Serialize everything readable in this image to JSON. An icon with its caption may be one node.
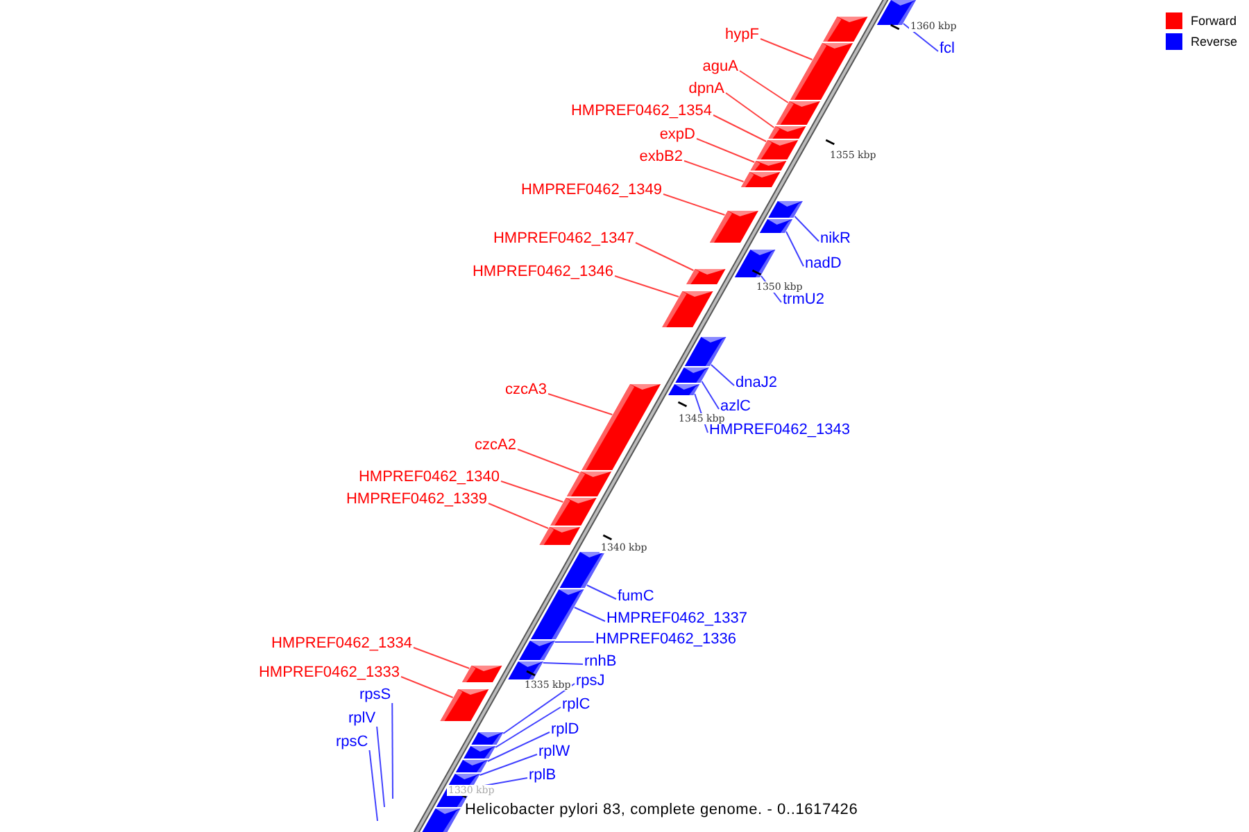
{
  "diagram": {
    "caption": "Helicobacter pylori 83, complete genome. - 0..1617426",
    "nodes": [
      {
        "text": [],
        "shape": "bar"
      },
      {
        "text": [
          "fcl"
        ]
      },
      {
        "text": [],
        "shape": "bar"
      },
      {
        "text": [
          "hypF"
        ]
      },
      {
        "text": [],
        "shape": "bar"
      },
      {
        "text": [
          "aguA"
        ]
      },
      {
        "text": [],
        "shape": "bar"
      },
      {
        "text": [
          "dpnA"
        ]
      },
      {
        "text": [],
        "shape": "bar"
      },
      {
        "text": [
          "HMPREF0462_1354"
        ]
      },
      {
        "text": [],
        "shape": "bar"
      },
      {
        "text": [
          "expD"
        ]
      },
      {
        "text": [],
        "shape": "bar"
      },
      {
        "text": [
          "exbB2"
        ]
      },
      {
        "text": [],
        "shape": "bar"
      },
      {
        "text": [
          "HMPREF0462_1349"
        ]
      },
      {
        "text": [],
        "shape": "bar"
      },
      {
        "text": [
          "nikR"
        ]
      },
      {
        "text": [],
        "shape": "bar"
      },
      {
        "text": [
          "nadD"
        ]
      },
      {
        "text": [],
        "shape": "bar"
      },
      {
        "text": [
          "HMPREF0462_1347"
        ]
      },
      {
        "text": [],
        "shape": "bar"
      },
      {
        "text": [
          "HMPREF0462_1346"
        ]
      },
      {
        "text": [],
        "shape": "bar"
      },
      {
        "text": [
          "trmU2"
        ]
      },
      {
        "text": [],
        "shape": "bar"
      },
      {
        "text": [
          "dnaJ2"
        ]
      },
      {
        "text": [],
        "shape": "bar"
      },
      {
        "text": [
          "azlC"
        ]
      },
      {
        "text": [],
        "shape": "bar"
      },
      {
        "text": [
          "HMPREF0462_1343"
        ]
      },
      {
        "text": [],
        "shape": "bar"
      },
      {
        "text": [
          "czcA3"
        ]
      },
      {
        "text": [],
        "shape": "bar"
      },
      {
        "text": [
          "czcA2"
        ]
      },
      {
        "text": [],
        "shape": "bar"
      },
      {
        "text": [
          "HMPREF0462_1340"
        ]
      },
      {
        "text": [],
        "shape": "bar"
      },
      {
        "text": [
          "HMPREF0462_1339"
        ]
      },
      {
        "text": [],
        "shape": "bar"
      },
      {
        "text": [
          "fumC"
        ]
      },
      {
        "text": [],
        "shape": "bar"
      },
      {
        "text": [
          "HMPREF0462_1337"
        ]
      },
      {
        "text": [],
        "shape": "bar"
      },
      {
        "text": [
          "HMPREF0462_1336"
        ]
      },
      {
        "text": [],
        "shape": "bar"
      },
      {
        "text": [
          "HMPREF0462_1334"
        ]
      },
      {
        "text": [],
        "shape": "bar"
      },
      {
        "text": [
          "rnhB"
        ]
      },
      {
        "text": [],
        "shape": "bar"
      },
      {
        "text": [
          "HMPREF0462_1333"
        ]
      },
      {
        "text": [],
        "shape": "bar"
      },
      {
        "text": [
          "rpsS"
        ]
      },
      {
        "text": [
          "rpsJ"
        ]
      },
      {
        "text": [],
        "shape": "bar"
      },
      {
        "text": [
          "rplV"
        ]
      },
      {
        "text": [
          "rplC"
        ]
      },
      {
        "text": [],
        "shape": "bar"
      },
      {
        "text": [
          "rpsC"
        ]
      },
      {
        "text": [
          "rplD"
        ]
      },
      {
        "text": [],
        "shape": "bar"
      },
      {
        "text": [
          "rplW"
        ]
      },
      {
        "text": [],
        "shape": "bar"
      },
      {
        "text": [
          "rplB"
        ]
      },
      {
        "text": [],
        "shape": "bar"
      },
      {
        "text": [],
        "shape": "bar"
      }
    ],
    "edges": [
      {
        "from": 1,
        "to": 2,
        "arrow": "none",
        "color": "#4040ff"
      },
      {
        "from": 3,
        "to": 4,
        "arrow": "none",
        "color": "#ff4040"
      },
      {
        "from": 5,
        "to": 6,
        "arrow": "none",
        "color": "#ff4040"
      },
      {
        "from": 7,
        "to": 8,
        "arrow": "none",
        "color": "#ff4040"
      },
      {
        "from": 9,
        "to": 10,
        "arrow": "none",
        "color": "#ff4040"
      },
      {
        "from": 11,
        "to": 12,
        "arrow": "none",
        "color": "#ff4040"
      },
      {
        "from": 13,
        "to": 14,
        "arrow": "none",
        "color": "#ff4040"
      },
      {
        "from": 15,
        "to": 16,
        "arrow": "none",
        "color": "#ff4040"
      },
      {
        "from": 17,
        "to": 18,
        "arrow": "none",
        "color": "#4040ff"
      },
      {
        "from": 19,
        "to": 20,
        "arrow": "none",
        "color": "#4040ff"
      },
      {
        "from": 21,
        "to": 22,
        "arrow": "none",
        "color": "#ff4040"
      },
      {
        "from": 23,
        "to": 24,
        "arrow": "none",
        "color": "#ff4040"
      },
      {
        "from": 25,
        "to": 26,
        "arrow": "none",
        "color": "#4040ff"
      },
      {
        "from": 27,
        "to": 28,
        "arrow": "none",
        "color": "#4040ff"
      },
      {
        "from": 29,
        "to": 30,
        "arrow": "none",
        "color": "#4040ff"
      },
      {
        "from": 31,
        "to": 32,
        "arrow": "none",
        "color": "#4040ff"
      },
      {
        "from": 33,
        "to": 34,
        "arrow": "none",
        "color": "#ff4040"
      },
      {
        "from": 35,
        "to": 36,
        "arrow": "none",
        "color": "#ff4040"
      },
      {
        "from": 37,
        "to": 38,
        "arrow": "none",
        "color": "#ff4040"
      },
      {
        "from": 39,
        "to": 40,
        "arrow": "none",
        "color": "#ff4040"
      },
      {
        "from": 41,
        "to": 42,
        "arrow": "none",
        "color": "#4040ff"
      },
      {
        "from": 43,
        "to": 44,
        "arrow": "none",
        "color": "#4040ff"
      },
      {
        "from": 45,
        "to": 46,
        "arrow": "none",
        "color": "#4040ff"
      },
      {
        "from": 47,
        "to": 48,
        "arrow": "none",
        "color": "#ff4040"
      },
      {
        "from": 49,
        "to": 50,
        "arrow": "none",
        "color": "#4040ff"
      },
      {
        "from": 51,
        "to": 52,
        "arrow": "none",
        "color": "#ff4040"
      },
      {
        "from": 53,
        "to": null,
        "arrow": "none",
        "color": "#4040ff"
      },
      {
        "from": 54,
        "to": 55,
        "arrow": "none",
        "color": "#4040ff"
      },
      {
        "from": 56,
        "to": null,
        "arrow": "none",
        "color": "#4040ff"
      },
      {
        "from": 57,
        "to": 58,
        "arrow": "none",
        "color": "#4040ff"
      },
      {
        "from": 59,
        "to": null,
        "arrow": "none",
        "color": "#4040ff"
      },
      {
        "from": 60,
        "to": 61,
        "arrow": "none",
        "color": "#4040ff"
      },
      {
        "from": 62,
        "to": 63,
        "arrow": "none",
        "color": "#4040ff"
      },
      {
        "from": 64,
        "to": 65,
        "arrow": "none",
        "color": "#4040ff"
      }
    ],
    "labels": [
      "1360 kbp",
      "1355 kbp",
      "1350 kbp",
      "1345 kbp",
      "1340 kbp",
      "1335 kbp",
      "1330 kbp"
    ],
    "legend": [
      {
        "text": "Forward",
        "color": "#ff0000"
      },
      {
        "text": "Reverse",
        "color": "#0000ff"
      }
    ]
  }
}
